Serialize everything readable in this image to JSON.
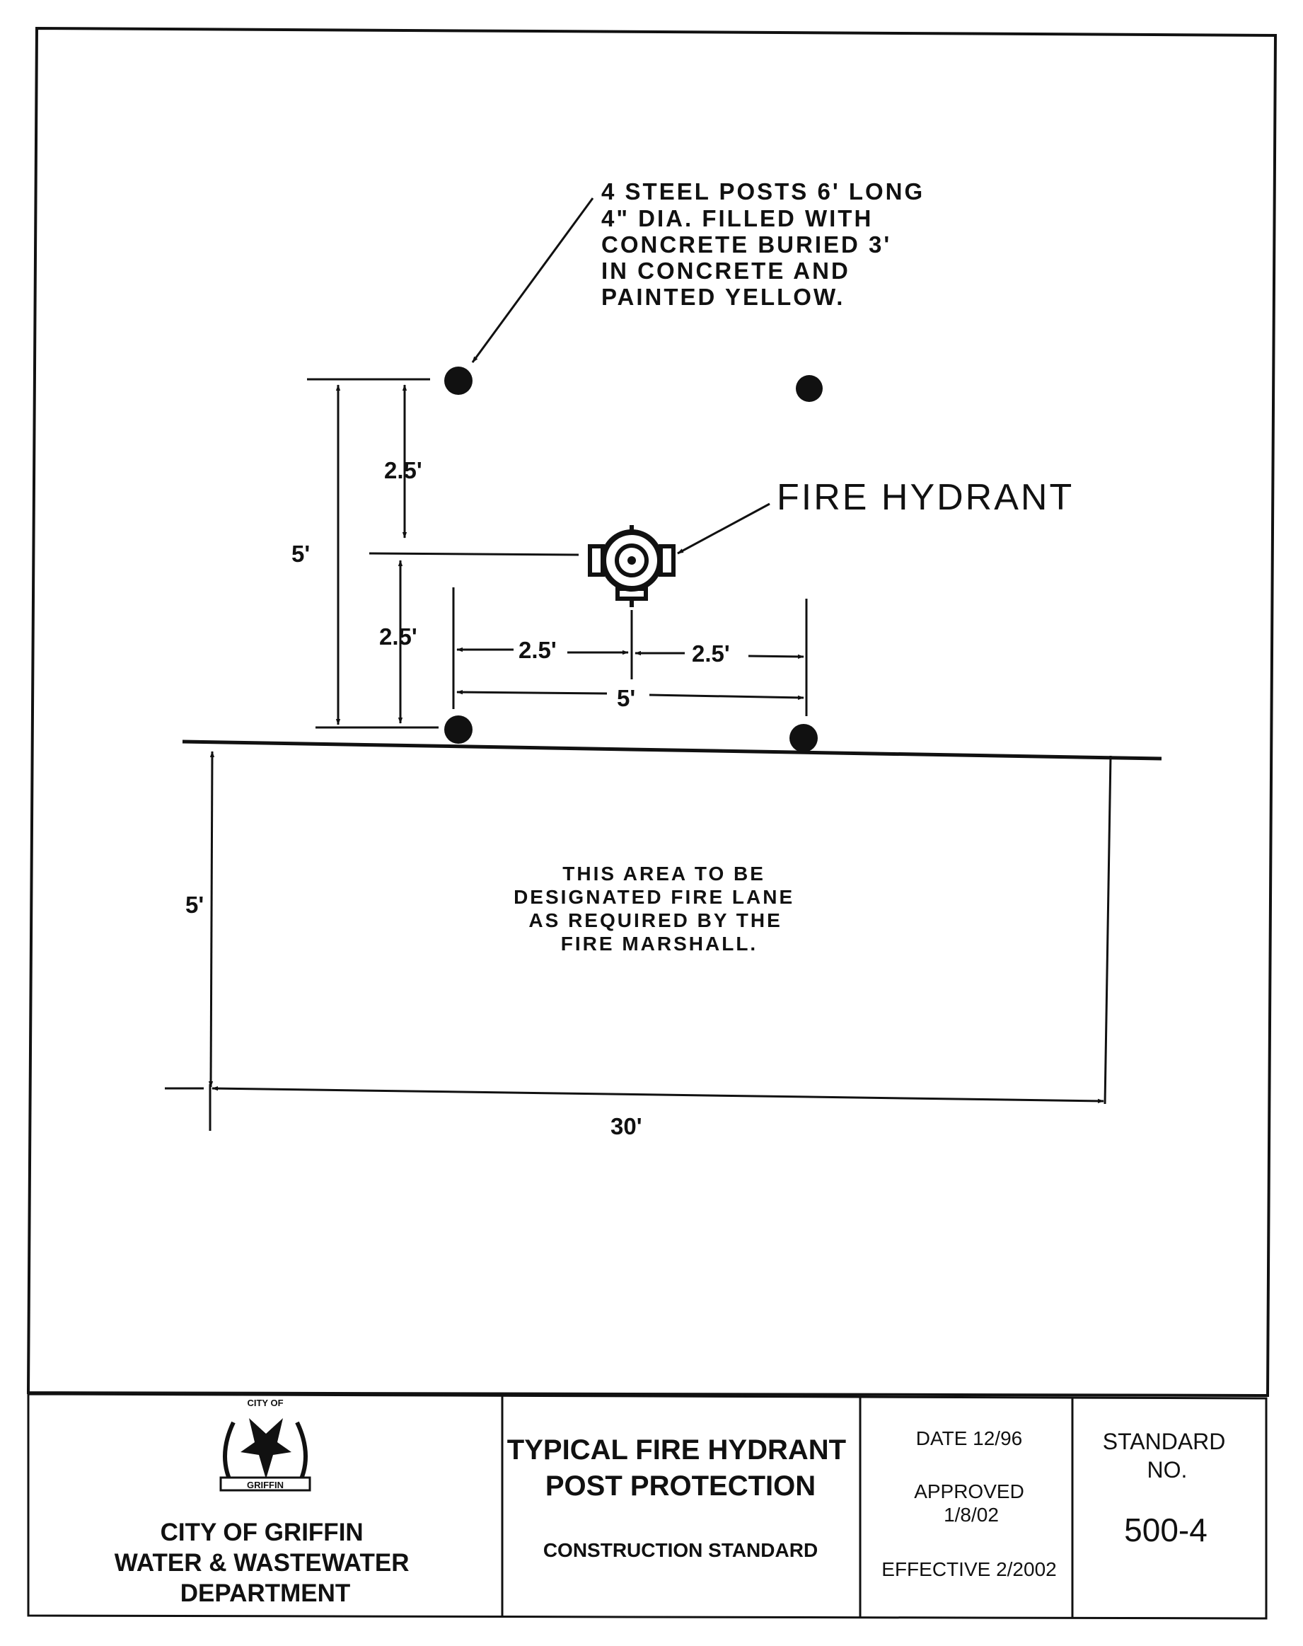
{
  "drawing": {
    "post_note": [
      "4 STEEL POSTS 6' LONG",
      "4\" DIA. FILLED WITH",
      "CONCRETE BURIED 3'",
      "IN CONCRETE AND",
      "PAINTED YELLOW."
    ],
    "hydrant_label": "FIRE HYDRANT",
    "fire_lane_note": [
      "THIS AREA TO BE",
      "DESIGNATED FIRE LANE",
      "AS REQUIRED BY THE",
      "FIRE MARSHALL."
    ],
    "dimensions": {
      "upper_total": "5'",
      "upper_half_top": "2.5'",
      "upper_half_bottom": "2.5'",
      "left_half": "2.5'",
      "right_half": "2.5'",
      "post_span": "5'",
      "lane_depth": "5'",
      "lane_length": "30'"
    }
  },
  "title_block": {
    "logo_text_top": "CITY OF",
    "logo_text_banner": "GRIFFIN",
    "org_lines": [
      "CITY OF GRIFFIN",
      "WATER & WASTEWATER",
      "DEPARTMENT"
    ],
    "title_lines": [
      "TYPICAL FIRE HYDRANT",
      "POST PROTECTION"
    ],
    "subtitle": "CONSTRUCTION STANDARD",
    "date": "DATE 12/96",
    "approved": "APPROVED",
    "approved_date": "1/8/02",
    "effective": "EFFECTIVE 2/2002",
    "standard_label_1": "STANDARD",
    "standard_label_2": "NO.",
    "standard_number": "500-4"
  },
  "colors": {
    "ink": "#111111",
    "paper": "#ffffff"
  }
}
